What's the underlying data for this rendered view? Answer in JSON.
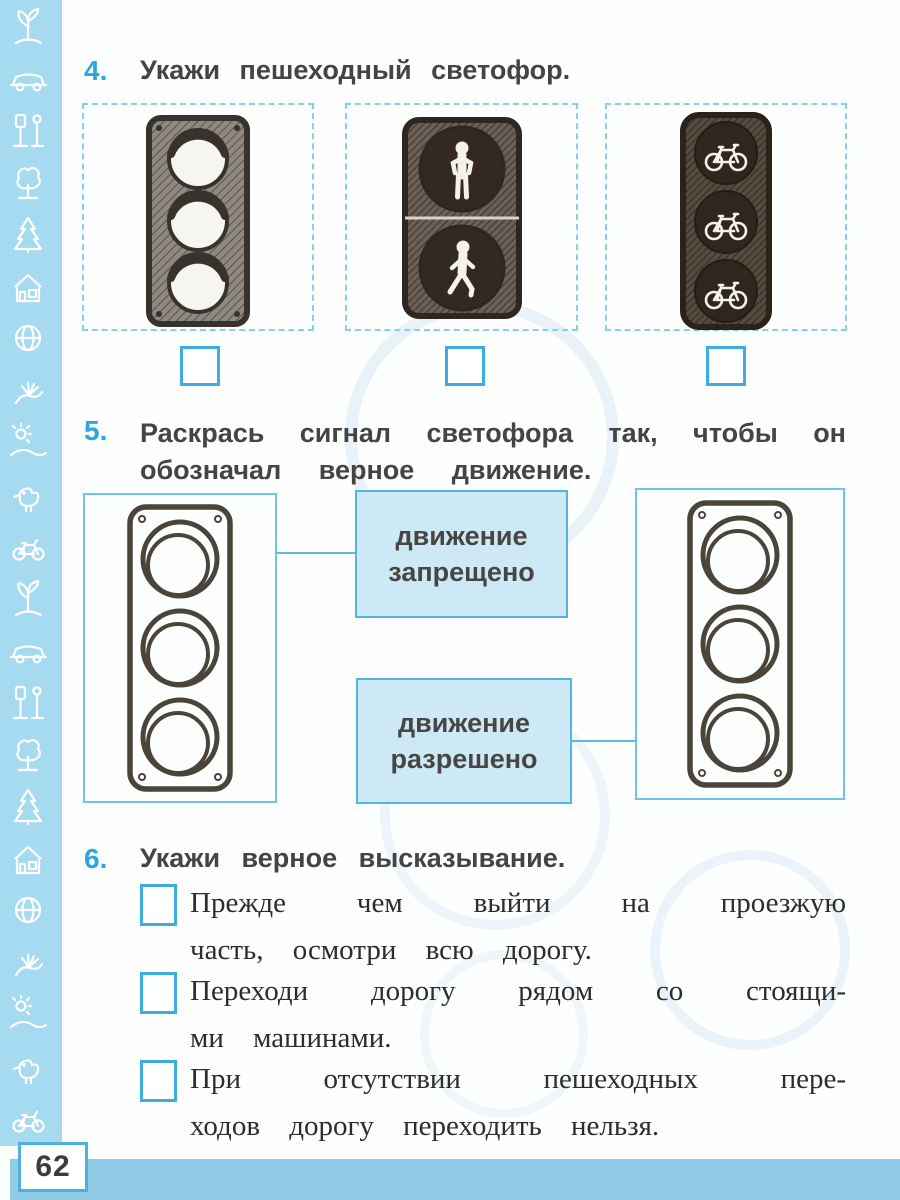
{
  "page": {
    "kind": "school workbook page (Russian, traffic safety)",
    "accent_blue": "#2ba6e0",
    "strip_color": "#a6daf0",
    "footer_color": "#90cbe8",
    "label_fill": "#cde9f5",
    "heading_text_color": "#454443",
    "body_text_color": "#2f2d2a"
  },
  "task4": {
    "number": "4.",
    "title": "Укажи пешеходный светофор.",
    "options": [
      {
        "name": "vehicle-traffic-light"
      },
      {
        "name": "pedestrian-traffic-light"
      },
      {
        "name": "bicycle-traffic-light"
      }
    ]
  },
  "task5": {
    "number": "5.",
    "title_lines": [
      "Раскрась сигнал светофора так, чтобы он",
      "обозначал верное движение."
    ],
    "labels": [
      {
        "lines": [
          "движение",
          "запрещено"
        ]
      },
      {
        "lines": [
          "движение",
          "разрешено"
        ]
      }
    ]
  },
  "task6": {
    "number": "6.",
    "title": "Укажи верное высказывание.",
    "statements": [
      {
        "lines": [
          "Прежде чем выйти на проезжую",
          "часть, осмотри всю дорогу."
        ]
      },
      {
        "lines": [
          "Переходи дорогу рядом со стоящи-",
          "ми машинами."
        ]
      },
      {
        "lines": [
          "При отсутствии пешеходных пере-",
          "ходов дорогу переходить нельзя."
        ]
      }
    ]
  },
  "footer": {
    "page_number": "62"
  },
  "decor": {
    "strip_icons": [
      "sprout-icon",
      "car-icon",
      "signpost-icon",
      "tree-icon",
      "fir-tree-icon",
      "house-icon",
      "globe-icon",
      "hand-icon",
      "sun-landscape-icon",
      "bird-icon",
      "bicycle-icon"
    ]
  }
}
